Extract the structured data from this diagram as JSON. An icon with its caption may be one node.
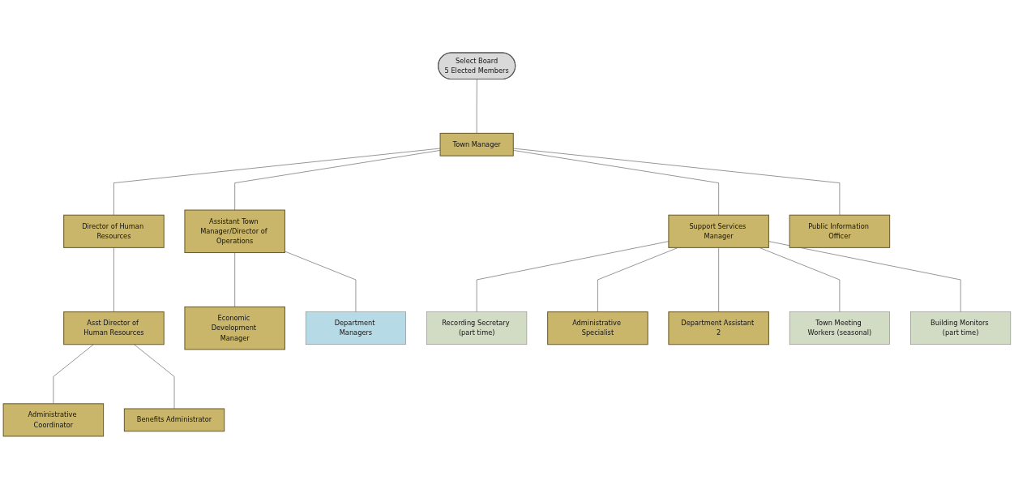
{
  "diagram": {
    "nodes": [
      {
        "text": [
          "Select Board",
          "5 Elected Members"
        ]
      },
      {
        "text": [
          "Town Manager"
        ]
      },
      {
        "text": [
          "Director of Human Resources"
        ]
      },
      {
        "text": [
          "Assistant Town Manager/Director of Operations"
        ]
      },
      {
        "text": [
          "Support Services Manager"
        ]
      },
      {
        "text": [
          "Public Information Officer"
        ]
      },
      {
        "text": [
          "Asst Director of Human Resources"
        ]
      },
      {
        "text": [
          "Administrative Coordinator"
        ]
      },
      {
        "text": [
          "Benefits Administrator"
        ]
      },
      {
        "text": [
          "Economic Development Manager"
        ]
      },
      {
        "text": [
          "Department Managers"
        ]
      },
      {
        "text": [
          "Recording Secretary (part time)"
        ]
      },
      {
        "text": [
          "Administrative Specialist"
        ]
      },
      {
        "text": [
          "Department Assistant 2"
        ]
      },
      {
        "text": [
          "Town Meeting Workers (seasonal)"
        ]
      },
      {
        "text": [
          "Building Monitors (part time)"
        ]
      }
    ],
    "edges": [
      {
        "from": 0,
        "to": 1,
        "arrow": "none"
      },
      {
        "from": 1,
        "to": 2,
        "arrow": "none"
      },
      {
        "from": 1,
        "to": 3,
        "arrow": "none"
      },
      {
        "from": 1,
        "to": 4,
        "arrow": "none"
      },
      {
        "from": 1,
        "to": 5,
        "arrow": "none"
      },
      {
        "from": 2,
        "to": 6,
        "arrow": "none"
      },
      {
        "from": 6,
        "to": 7,
        "arrow": "none"
      },
      {
        "from": 6,
        "to": 8,
        "arrow": "none"
      },
      {
        "from": 3,
        "to": 9,
        "arrow": "none"
      },
      {
        "from": 3,
        "to": 10,
        "arrow": "none"
      },
      {
        "from": 4,
        "to": 11,
        "arrow": "none"
      },
      {
        "from": 4,
        "to": 12,
        "arrow": "none"
      },
      {
        "from": 4,
        "to": 13,
        "arrow": "none"
      },
      {
        "from": 4,
        "to": 14,
        "arrow": "none"
      },
      {
        "from": 4,
        "to": 15,
        "arrow": "none"
      }
    ]
  }
}
